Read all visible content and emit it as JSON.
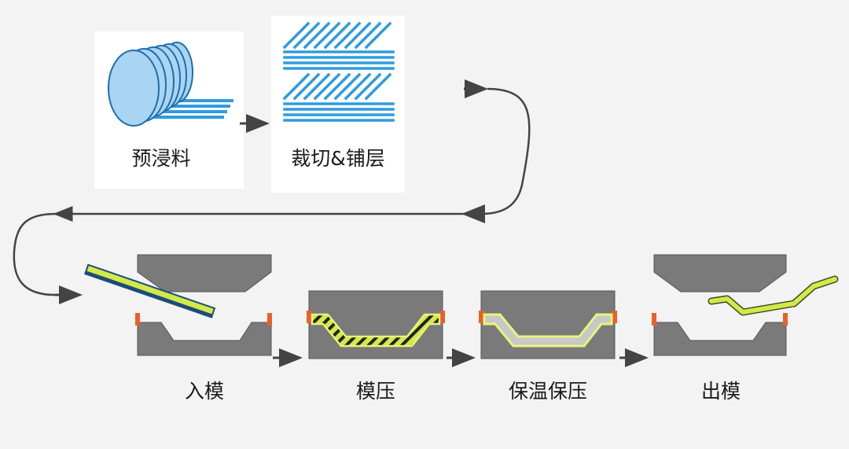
{
  "steps": {
    "prepreg": {
      "label": "预浸料"
    },
    "cut_layup": {
      "label": "裁切&铺层"
    },
    "load_mold": {
      "label": "入模"
    },
    "molding": {
      "label": "模压"
    },
    "hold": {
      "label": "保温保压"
    },
    "demold": {
      "label": "出模"
    }
  },
  "colors": {
    "background": "#f3f3f3",
    "panel": "#ffffff",
    "fiber_blue": "#2f9be0",
    "roll_blue": "#a9d4f2",
    "mold_gray": "#7a7a7a",
    "part_yellow": "#d4e84a",
    "seal_orange": "#e8612a",
    "arrow": "#444444"
  }
}
